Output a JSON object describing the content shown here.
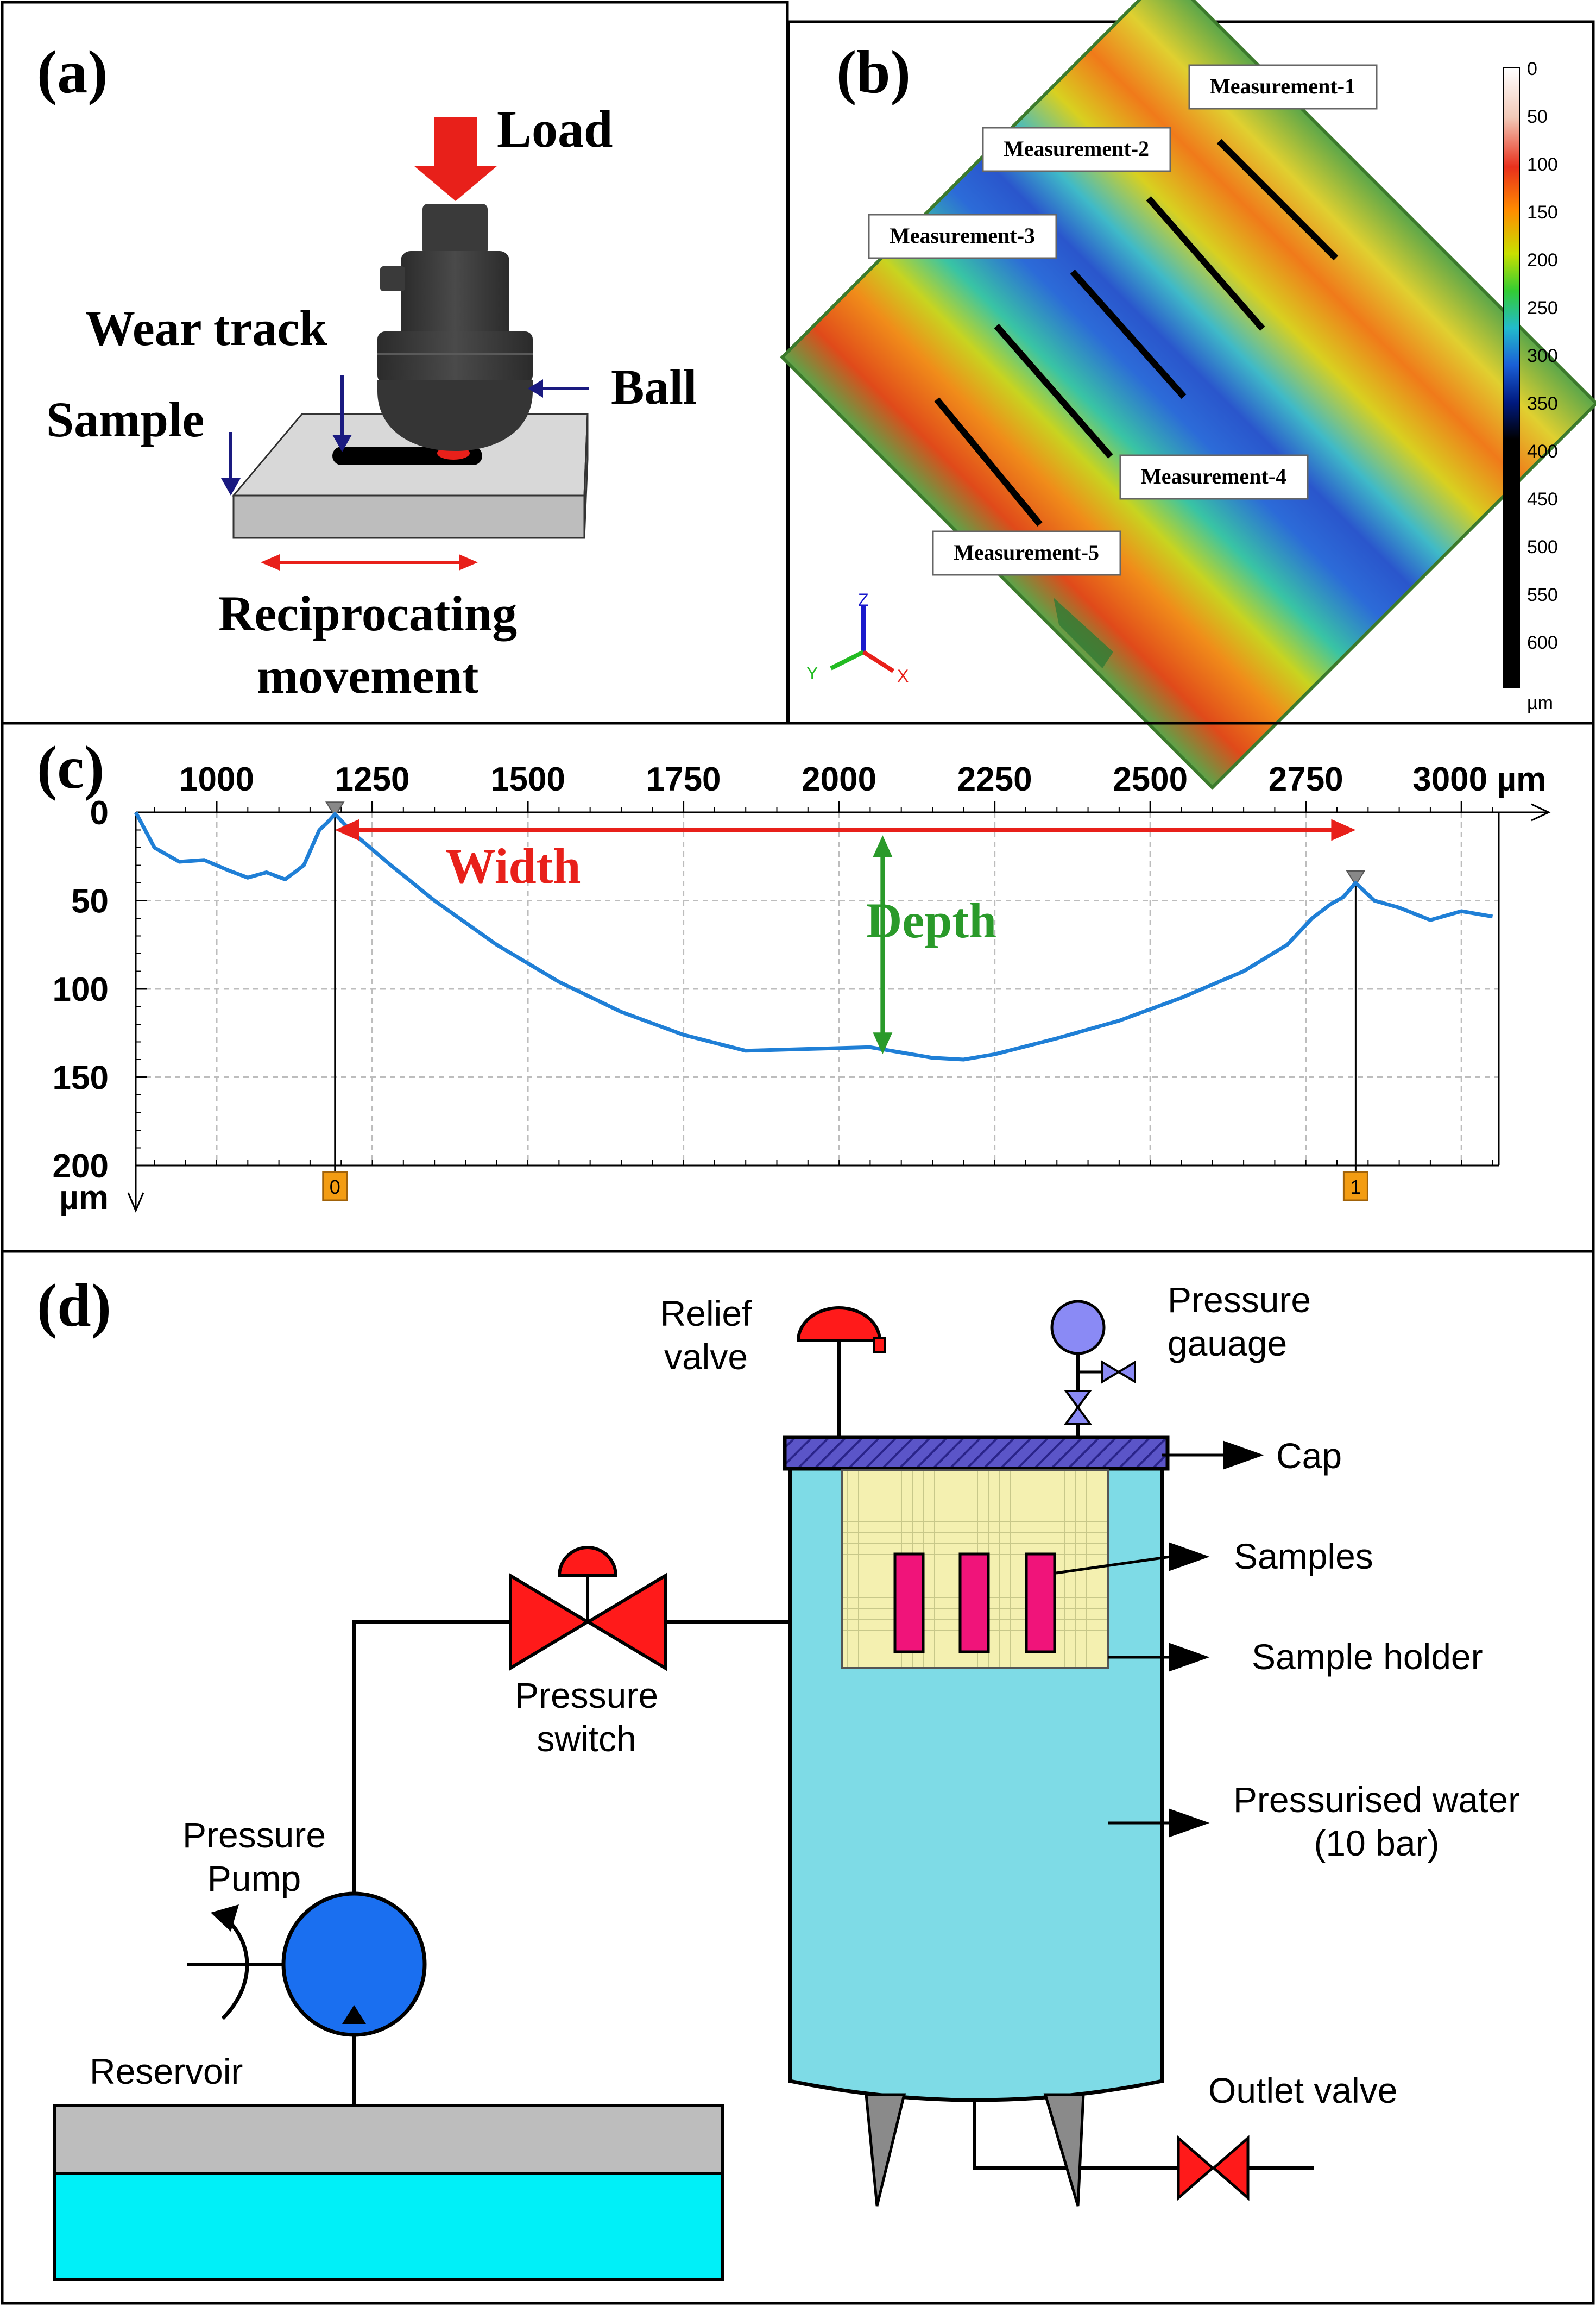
{
  "panel_a": {
    "label": "(a)",
    "load": "Load",
    "wear_track": "Wear track",
    "ball": "Ball",
    "sample": "Sample",
    "movement_line1": "Reciprocating",
    "movement_line2": "movement"
  },
  "panel_b": {
    "label": "(b)",
    "measurements": [
      "Measurement-1",
      "Measurement-2",
      "Measurement-3",
      "Measurement-4",
      "Measurement-5"
    ],
    "scale_ticks": [
      "0",
      "50",
      "100",
      "150",
      "200",
      "250",
      "300",
      "350",
      "400",
      "450",
      "500",
      "550",
      "600"
    ],
    "scale_unit": "µm",
    "axis_z": "Z",
    "axis_y": "Y",
    "axis_x": "X"
  },
  "panel_c": {
    "label": "(c)",
    "width_label": "Width",
    "depth_label": "Depth",
    "marker_0": "0",
    "marker_1": "1"
  },
  "chart_data": {
    "type": "line",
    "x_tick_labels": [
      "1000",
      "1250",
      "1500",
      "1750",
      "2000",
      "2250",
      "2500",
      "2750",
      "3000 µm"
    ],
    "y_tick_labels": [
      "0",
      "50",
      "100",
      "150",
      "200"
    ],
    "y_unit": "µm",
    "xlim": [
      870,
      3060
    ],
    "ylim": [
      0,
      200
    ],
    "y_inverted": true,
    "grid": true,
    "series": [
      {
        "color": "#1f7fd6",
        "x": [
          870,
          900,
          940,
          980,
          1020,
          1050,
          1080,
          1110,
          1140,
          1165,
          1180,
          1190,
          1220,
          1280,
          1350,
          1450,
          1550,
          1650,
          1750,
          1850,
          1950,
          2050,
          2150,
          2200,
          2250,
          2350,
          2450,
          2550,
          2650,
          2720,
          2760,
          2790,
          2810,
          2830,
          2860,
          2900,
          2950,
          3000,
          3050
        ],
        "y": [
          0,
          20,
          28,
          27,
          33,
          37,
          34,
          38,
          30,
          10,
          5,
          1,
          12,
          30,
          50,
          75,
          96,
          113,
          126,
          135,
          134,
          133,
          139,
          140,
          137,
          128,
          118,
          105,
          90,
          75,
          60,
          52,
          48,
          40,
          50,
          54,
          61,
          56,
          59
        ]
      }
    ],
    "markers": [
      {
        "label": "0",
        "x": 1190,
        "y": 1
      },
      {
        "label": "1",
        "x": 2830,
        "y": 40
      }
    ],
    "width_arrow": {
      "x_from": 1190,
      "x_to": 2830,
      "y": 10
    },
    "depth_arrow": {
      "x": 2070,
      "y_from": 13,
      "y_to": 137
    }
  },
  "panel_d": {
    "label": "(d)",
    "relief_valve_line1": "Relief",
    "relief_valve_line2": "valve",
    "pressure_gauge_line1": "Pressure",
    "pressure_gauge_line2": "gauage",
    "cap": "Cap",
    "samples": "Samples",
    "sample_holder": "Sample holder",
    "pressurised_water_line1": "Pressurised water",
    "pressurised_water_line2": "(10 bar)",
    "pressure_switch_line1": "Pressure",
    "pressure_switch_line2": "switch",
    "pressure_pump_line1": "Pressure",
    "pressure_pump_line2": "Pump",
    "reservoir": "Reservoir",
    "outlet_valve": "Outlet valve"
  }
}
